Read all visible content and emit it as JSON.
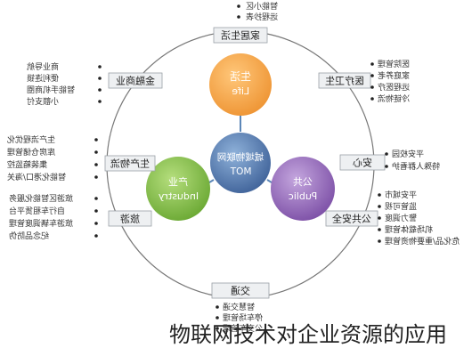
{
  "hub": {
    "line1": "城域物联网",
    "line2": "MOT",
    "color": "#4a6fa5"
  },
  "spheres": {
    "life": {
      "line1": "生活",
      "line2": "Life",
      "color": "#f0a044"
    },
    "public": {
      "line1": "公共",
      "line2": "Public",
      "color": "#8a5fb3"
    },
    "industry": {
      "line1": "产业",
      "line2": "Industry",
      "color": "#7cb342"
    }
  },
  "categories": {
    "home": {
      "label": "家居生活",
      "items": [
        "智能小区",
        "远程抄表"
      ]
    },
    "medical": {
      "label": "医疗卫生",
      "items": [
        "医院管理",
        "家庭养老",
        "远程医疗",
        "冷链物流"
      ]
    },
    "security": {
      "label": "安心",
      "items": [
        "平安校园",
        "特殊人群看护"
      ]
    },
    "public_safety": {
      "label": "公共安全",
      "items": [
        "平安城市",
        "监管可视",
        "警力调度",
        "机场载体管理",
        "危化品/重要物资管理"
      ]
    },
    "traffic": {
      "label": "交通",
      "items": [
        "智慧交通",
        "停车场管理",
        "公交车管理"
      ]
    },
    "tourism": {
      "label": "旅游",
      "items": [
        "旅游区智能化服务",
        "自行车租赁平台",
        "旅游车辆调度管理",
        "纪念品防伪"
      ]
    },
    "production": {
      "label": "生产物流",
      "items": [
        "生产流程优化",
        "库房仓储管理",
        "集装箱监控",
        "智能化港口/海关"
      ]
    },
    "commerce": {
      "label": "金融商业",
      "items": [
        "商业导航",
        "便利连锁",
        "智能手机商圈",
        "小额支付"
      ]
    }
  },
  "caption": "物联网技术对企业资源的应用"
}
